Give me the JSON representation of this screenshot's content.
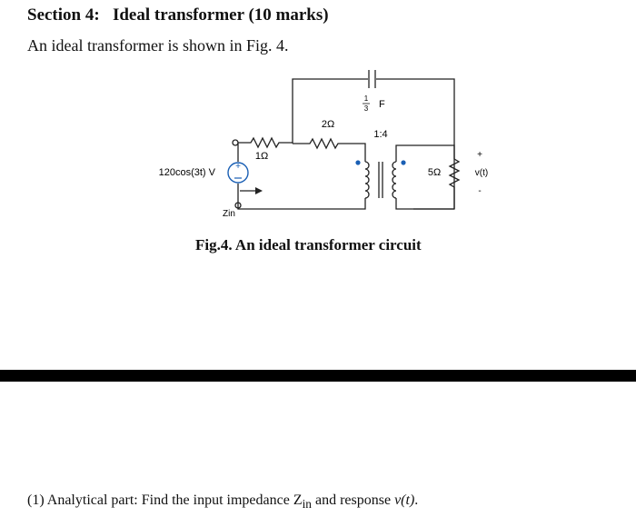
{
  "section": {
    "number": "Section 4:",
    "title": "Ideal transformer (10 marks)"
  },
  "intro": "An ideal transformer is shown in Fig. 4.",
  "figure": {
    "source_label": "120cos(3t) V",
    "r1_label": "1Ω",
    "r2_label": "2Ω",
    "cap_numerator": "1",
    "cap_denominator": "3",
    "cap_unit": "F",
    "turns_ratio": "1:4",
    "load_label": "5Ω",
    "output_plus": "+",
    "output_label": "v(t)",
    "output_minus": "-",
    "zin_label": "Zin",
    "caption": "Fig.4. An ideal transformer circuit"
  },
  "question": {
    "prefix": "(1) Analytical part: Find the input impedance Z",
    "sub": "in",
    "middle": " and response ",
    "var": "v(t)",
    "suffix": "."
  }
}
